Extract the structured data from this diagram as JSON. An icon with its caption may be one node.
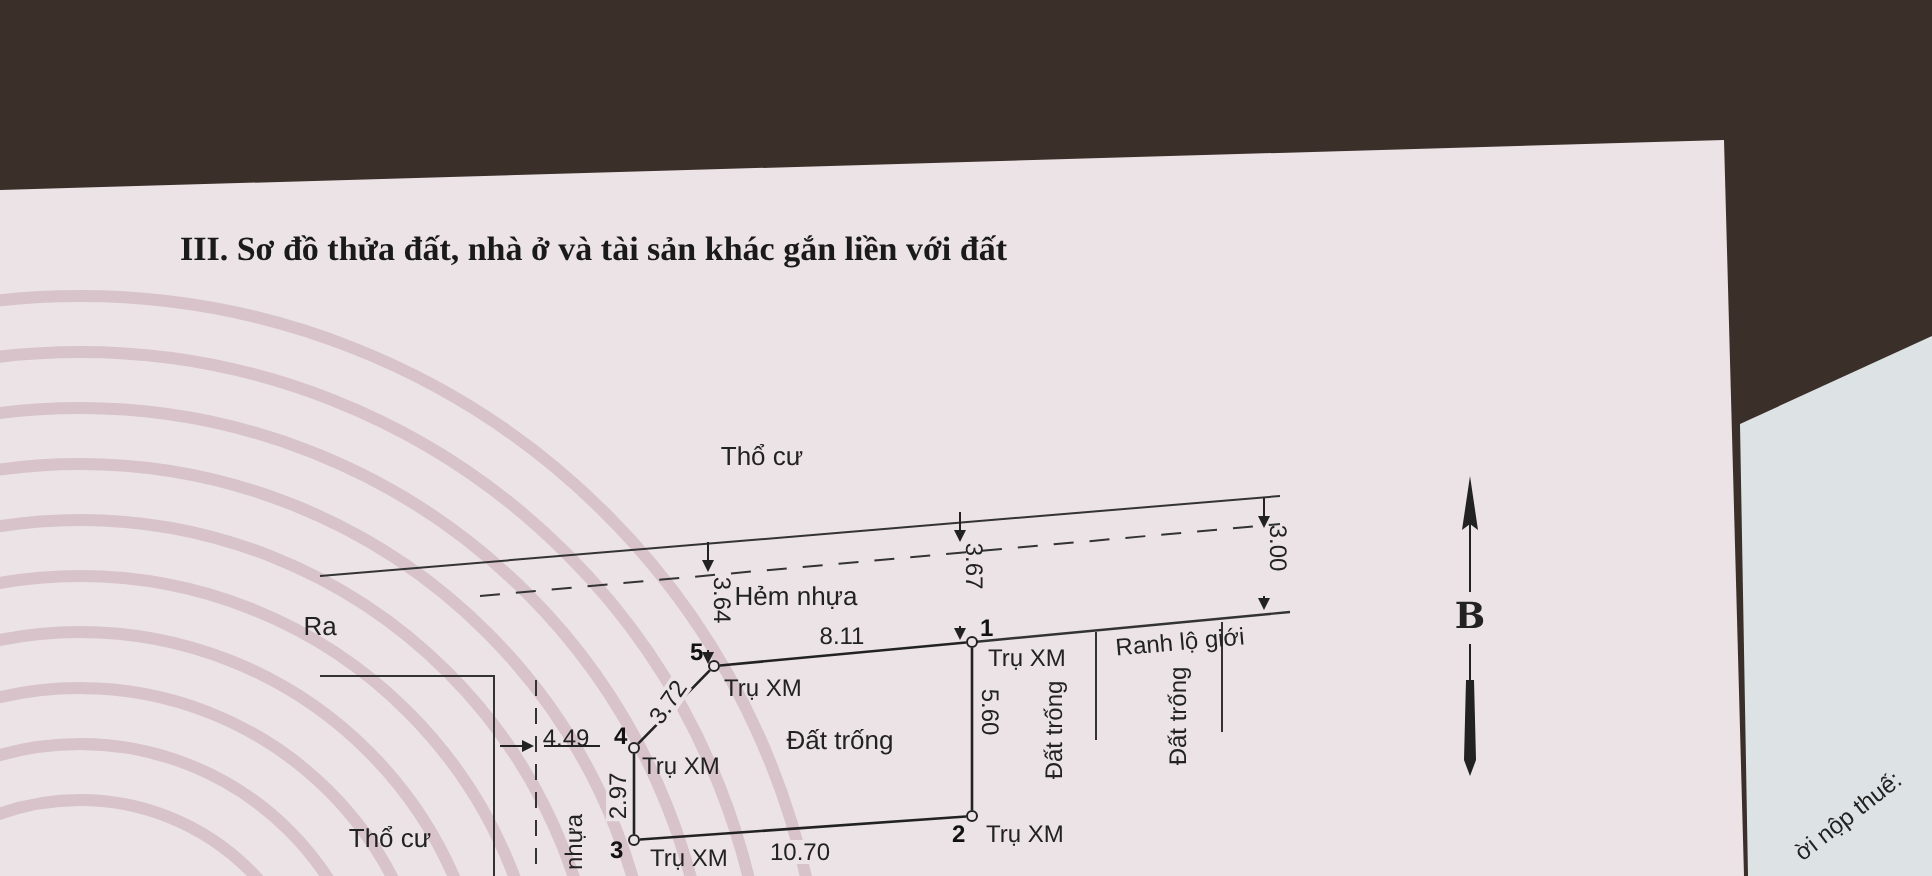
{
  "diagram": {
    "title": "III. Sơ đồ thửa đất, nhà ở và tài sản khác gắn liền với đất",
    "nodes": [
      {
        "text": [
          "1"
        ],
        "beside": [
          "Trụ XM"
        ]
      },
      {
        "text": [
          "2"
        ],
        "beside": [
          "Trụ XM"
        ]
      },
      {
        "text": [
          "3"
        ],
        "beside": [
          "Trụ XM"
        ]
      },
      {
        "text": [
          "4"
        ],
        "beside": [
          "Trụ XM"
        ]
      },
      {
        "text": [
          "5"
        ],
        "beside": [
          "Trụ XM"
        ]
      }
    ],
    "edges": [
      {
        "from": 4,
        "to": 0,
        "arrow": "none",
        "label": "8.11"
      },
      {
        "from": 0,
        "to": 1,
        "arrow": "none",
        "label": "5.60"
      },
      {
        "from": 1,
        "to": 2,
        "arrow": "none",
        "label": "10.70"
      },
      {
        "from": 2,
        "to": 3,
        "arrow": "none",
        "label": "2.97"
      },
      {
        "from": 3,
        "to": 4,
        "arrow": "none",
        "label": "3.72"
      }
    ],
    "labels": [
      "Thổ cư",
      "Hẻm nhựa",
      "3.64",
      "3.67",
      "3.00",
      "Ra",
      "Ranh lộ giới",
      "4.49",
      "Đất trống",
      "Đất trống",
      "Đất trống",
      "Thổ cư",
      "nhựa",
      "B",
      "ời nộp thuế:"
    ]
  }
}
